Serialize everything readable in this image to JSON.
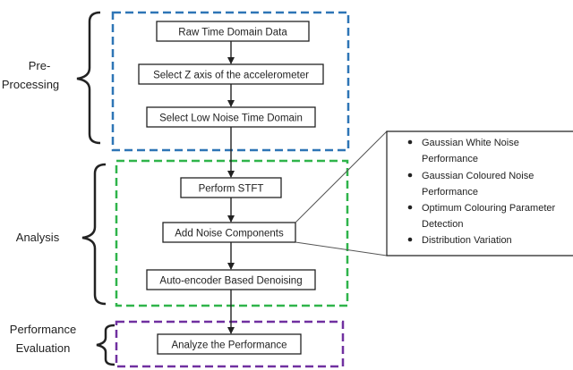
{
  "stages": {
    "preprocessing": {
      "label_line1": "Pre-",
      "label_line2": "Processing",
      "color": "#2e75b6"
    },
    "analysis": {
      "label": "Analysis",
      "color": "#2fb44a"
    },
    "performance": {
      "label_line1": "Performance",
      "label_line2": "Evaluation",
      "color": "#7030a0"
    }
  },
  "steps": {
    "raw_data": "Raw Time Domain Data",
    "select_axis": "Select Z axis of the accelerometer",
    "select_low_noise": "Select Low Noise Time Domain",
    "stft": "Perform STFT",
    "add_noise": "Add Noise Components",
    "autoencoder": "Auto-encoder Based Denoising",
    "analyze": "Analyze the Performance"
  },
  "noise_details": {
    "items": [
      {
        "line1": "Gaussian White Noise",
        "line2": "Performance"
      },
      {
        "line1": "Gaussian Coloured Noise",
        "line2": "Performance"
      },
      {
        "line1": "Optimum Colouring Parameter",
        "line2": "Detection"
      },
      {
        "line1": "Distribution Variation",
        "line2": ""
      }
    ]
  }
}
